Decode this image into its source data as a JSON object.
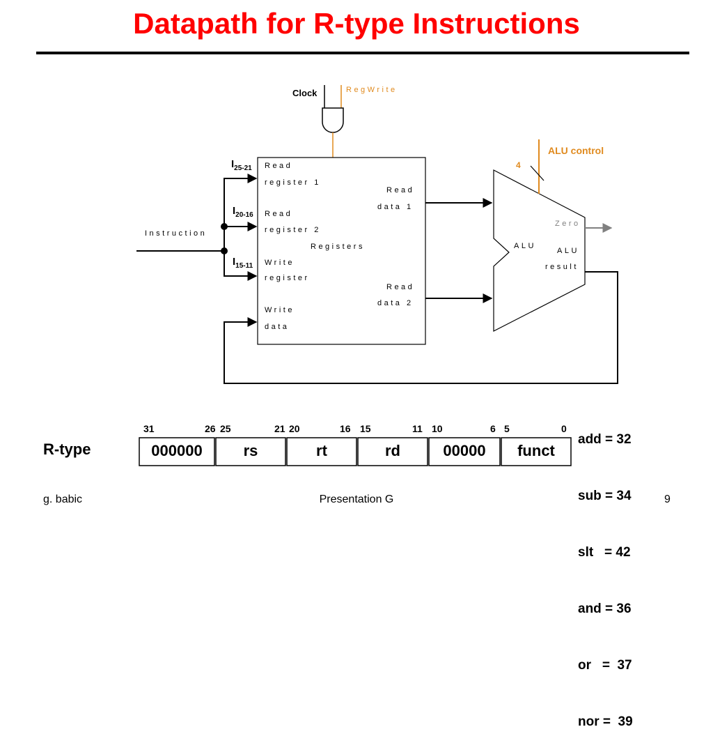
{
  "title": "Datapath for R-type Instructions",
  "clock_label": "Clock",
  "regwrite_label": "RegWrite",
  "alu_control_label": "ALU control",
  "alu_control_width": "4",
  "instruction_label": "Instruction",
  "field_labels": {
    "i25_main": "I",
    "i25_sub": "25-21",
    "i20_main": "I",
    "i20_sub": "20-16",
    "i15_main": "I",
    "i15_sub": "15-11"
  },
  "registers": {
    "read_register1_a": "Read",
    "read_register1_b": "register 1",
    "read_register2_a": "Read",
    "read_register2_b": "register 2",
    "write_register_a": "Write",
    "write_register_b": "register",
    "write_data_a": "Write",
    "write_data_b": "data",
    "read_data1_a": "Read",
    "read_data1_b": "data 1",
    "read_data2_a": "Read",
    "read_data2_b": "data 2",
    "name": "Registers"
  },
  "alu": {
    "name": "ALU",
    "zero": "Zero",
    "result_a": "ALU",
    "result_b": "result"
  },
  "format": {
    "label": "R-type",
    "bits": [
      "31",
      "26",
      "25",
      "21",
      "20",
      "16",
      "15",
      "11",
      "10",
      "6",
      "5",
      "0"
    ],
    "fields": [
      "000000",
      "rs",
      "rt",
      "rd",
      "00000",
      "funct"
    ]
  },
  "opcodes": [
    "add = 32",
    "sub = 34",
    "slt   = 42",
    "and = 36",
    "or   =  37",
    "nor =  39"
  ],
  "footer": {
    "author": "g. babic",
    "center": "Presentation G",
    "page": "9"
  },
  "colors": {
    "title": "#ff0000",
    "control": "#e08a1e",
    "zero": "#808080"
  }
}
